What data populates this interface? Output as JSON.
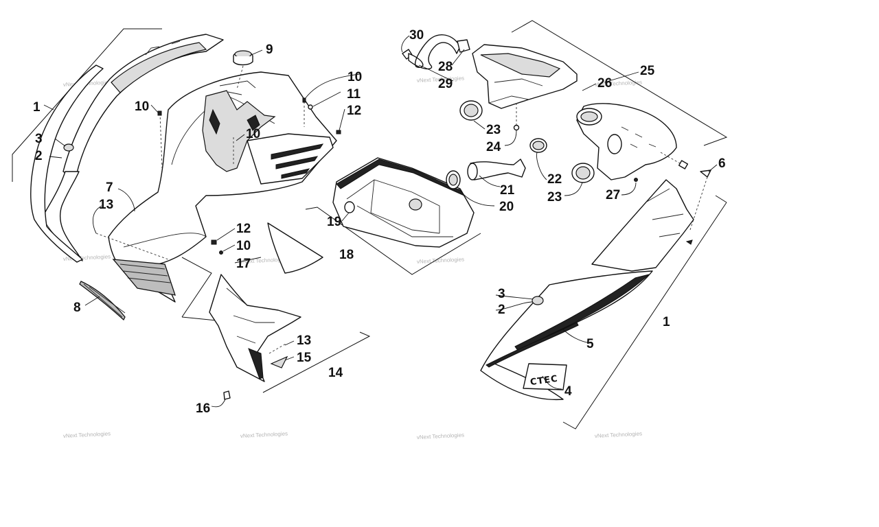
{
  "watermark_text": "vNext Technologies",
  "hood_logo": "CTEC",
  "callouts": {
    "c1_left": "1",
    "c2_left": "2",
    "c3_left": "3",
    "c7": "7",
    "c8": "8",
    "c9": "9",
    "c10_a": "10",
    "c10_b": "10",
    "c10_c": "10",
    "c10_d": "10",
    "c11": "11",
    "c12_a": "12",
    "c12_b": "12",
    "c13_a": "13",
    "c13_b": "13",
    "c14": "14",
    "c15": "15",
    "c16": "16",
    "c17": "17",
    "c18": "18",
    "c19": "19",
    "c20": "20",
    "c21": "21",
    "c22": "22",
    "c23_a": "23",
    "c23_b": "23",
    "c24": "24",
    "c25": "25",
    "c26": "26",
    "c27": "27",
    "c28": "28",
    "c29": "29",
    "c30": "30",
    "c1_right": "1",
    "c2_right": "2",
    "c3_right": "3",
    "c4": "4",
    "c5": "5",
    "c6": "6"
  },
  "colors": {
    "line": "#111111",
    "background": "#ffffff",
    "watermark": "#9a9a9a"
  }
}
